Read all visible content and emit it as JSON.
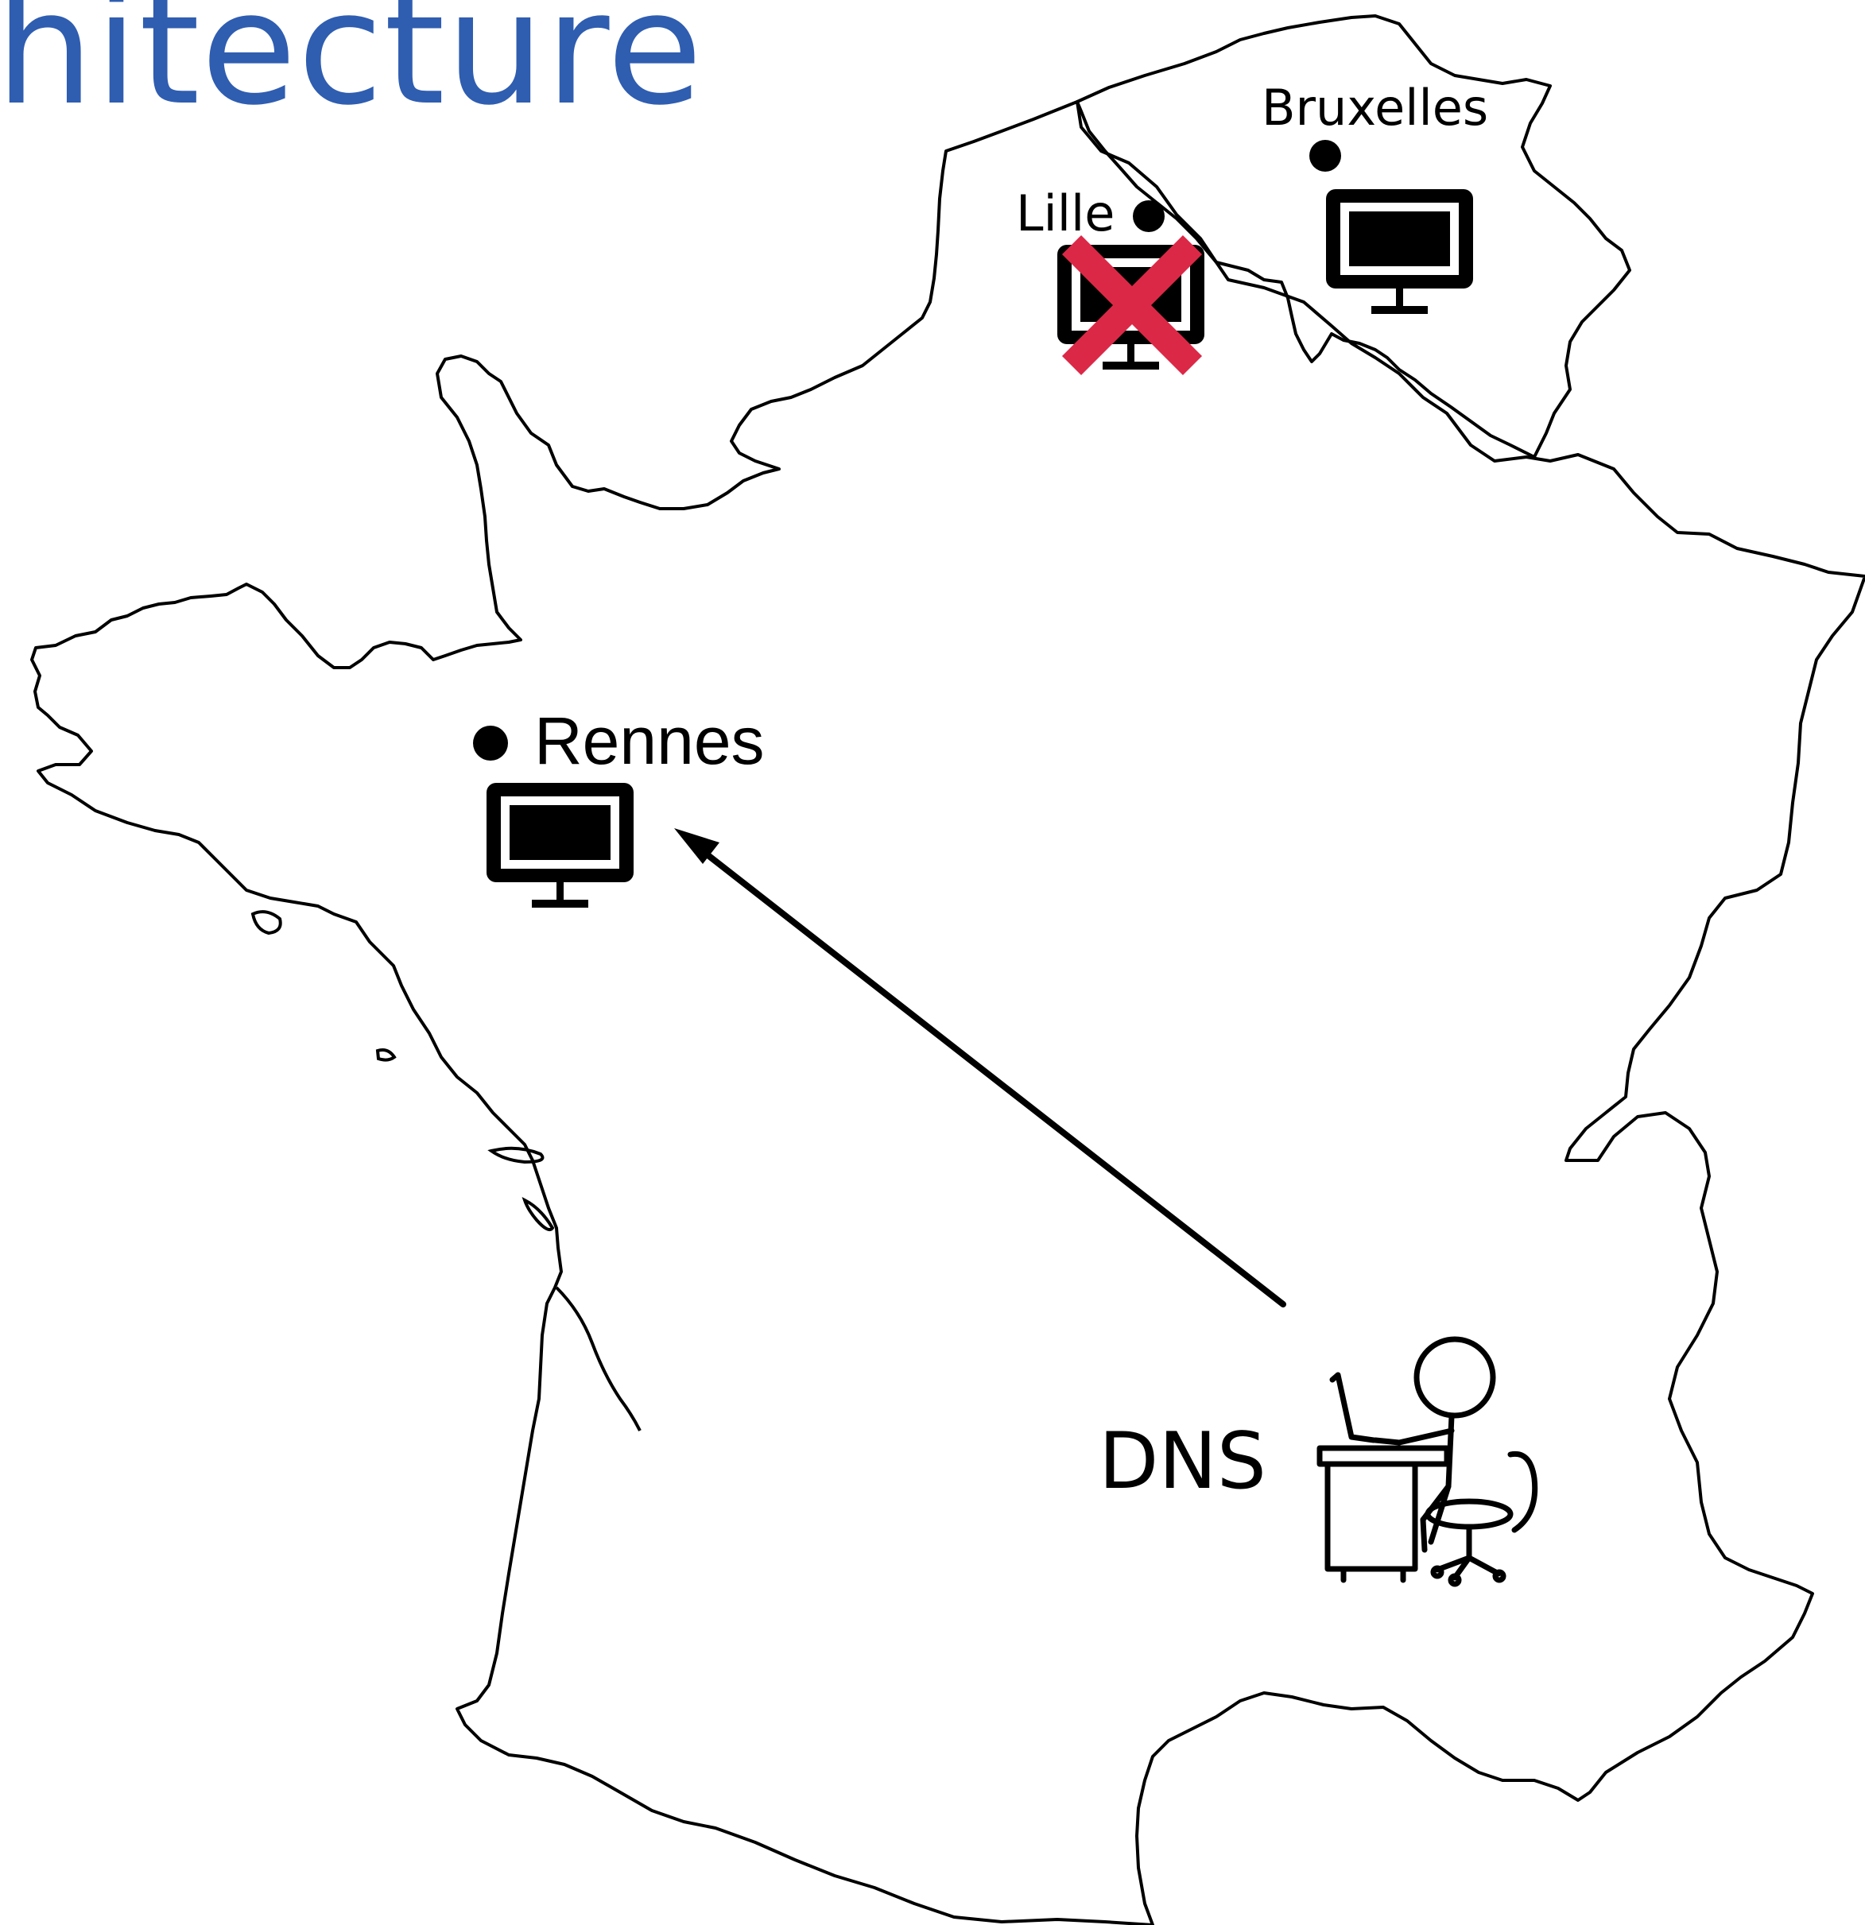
{
  "header": {
    "title": "hitecture",
    "title_color": "#2f5db0"
  },
  "map": {
    "cities": [
      {
        "label": "Bruxelles",
        "server_status": "up"
      },
      {
        "label": "Lille",
        "server_status": "down"
      },
      {
        "label": "Rennes",
        "server_status": "up"
      }
    ],
    "resolver": {
      "label": "DNS",
      "icon": "person-at-desk-icon"
    },
    "arrow": {
      "from": "DNS",
      "to": "Rennes"
    },
    "colors": {
      "outline": "#000000",
      "down_marker": "#dc2847"
    }
  }
}
